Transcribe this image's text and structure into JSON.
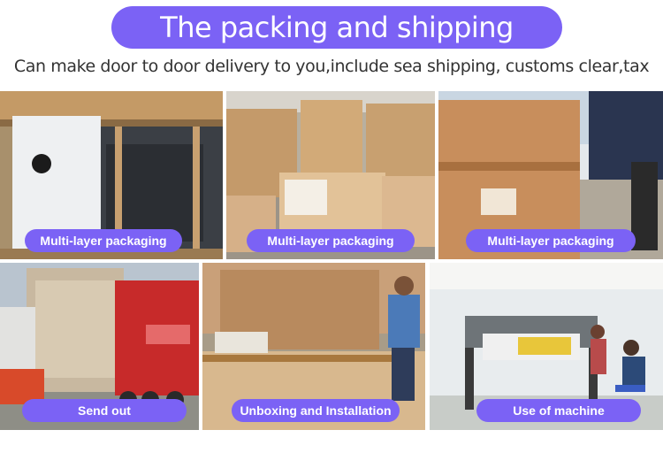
{
  "header": {
    "title": "The packing and shipping",
    "subtitle": "Can make door to door delivery to you,include sea shipping, customs clear,tax"
  },
  "photos": [
    {
      "caption": "Multi-layer packaging",
      "icon": "foam-wrapped-machine-in-crate"
    },
    {
      "caption": "Multi-layer packaging",
      "icon": "warehouse-wooden-crates"
    },
    {
      "caption": "Multi-layer packaging",
      "icon": "crate-loaded-into-container"
    },
    {
      "caption": "Send out",
      "icon": "red-shipping-container-truck"
    },
    {
      "caption": "Unboxing and Installation",
      "icon": "technician-unpacking-crate"
    },
    {
      "caption": "Use of machine",
      "icon": "printer-in-use"
    }
  ],
  "colors": {
    "accent": "#7b62f5",
    "caption_text": "#ffffff"
  }
}
